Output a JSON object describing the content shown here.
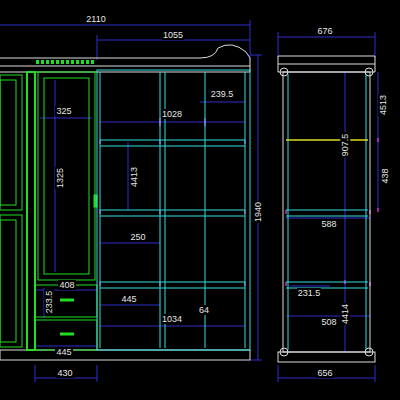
{
  "diagram": {
    "labels": [
      "2110",
      "1055",
      "676",
      "239.5",
      "325",
      "1028",
      "4513",
      "907.5",
      "1325",
      "4413",
      "438",
      "1940",
      "588",
      "250",
      "408",
      "231.5",
      "445",
      "233.5",
      "64",
      "4414",
      "1034",
      "508",
      "445",
      "430",
      "656"
    ]
  }
}
